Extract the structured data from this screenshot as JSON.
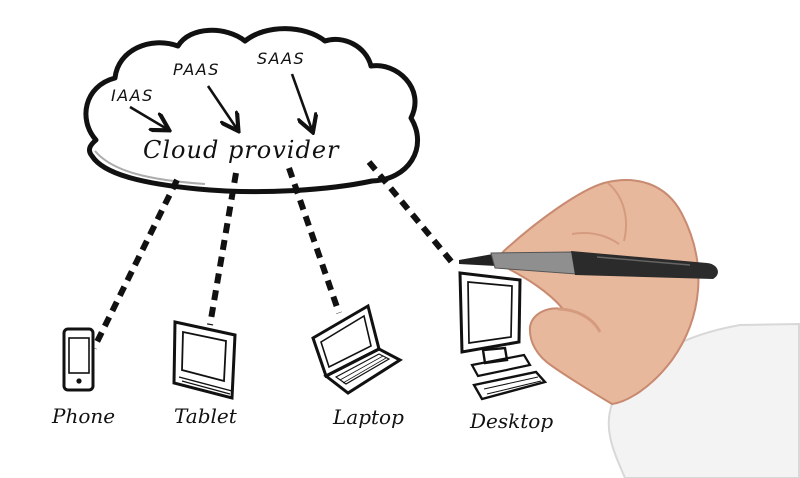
{
  "cloud": {
    "title": "Cloud provider",
    "services": [
      "IAAS",
      "PAAS",
      "SAAS"
    ]
  },
  "devices": [
    {
      "label": "Phone",
      "icon": "phone-icon"
    },
    {
      "label": "Tablet",
      "icon": "tablet-icon"
    },
    {
      "label": "Laptop",
      "icon": "laptop-icon"
    },
    {
      "label": "Desktop",
      "icon": "desktop-icon"
    }
  ],
  "colors": {
    "ink": "#111111",
    "skin": "#e8b89d",
    "skin_shadow": "#d49b7f",
    "sleeve": "#f3f3f3",
    "pen": "#2b2b2b",
    "pen_grip": "#8f8f8f"
  }
}
